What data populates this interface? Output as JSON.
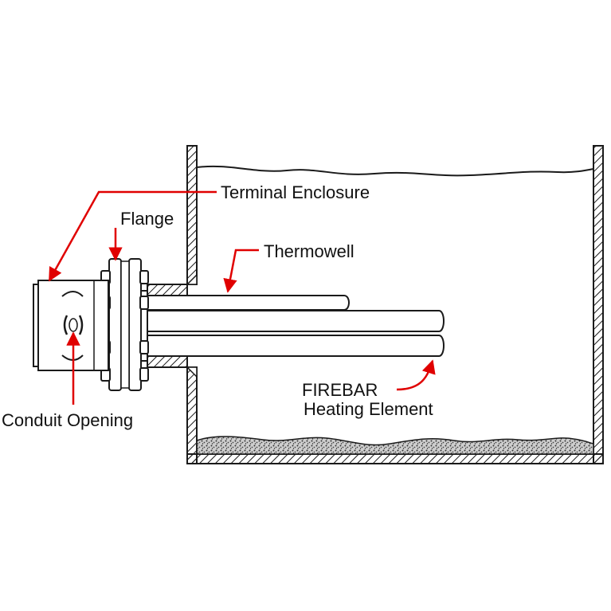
{
  "colors": {
    "line": "#1a1a1a",
    "leader": "#e00000",
    "background": "#ffffff",
    "sediment": "#555555"
  },
  "labels": {
    "terminal_enclosure": "Terminal Enclosure",
    "flange": "Flange",
    "thermowell": "Thermowell",
    "firebar_line1": "FIREBAR",
    "firebar_line2": "Heating Element",
    "conduit_opening": "Conduit Opening"
  },
  "icons": {
    "leader": "red-arrow-leader",
    "tank": "hatched-tank-wall",
    "bolt": "hex-bolt"
  }
}
